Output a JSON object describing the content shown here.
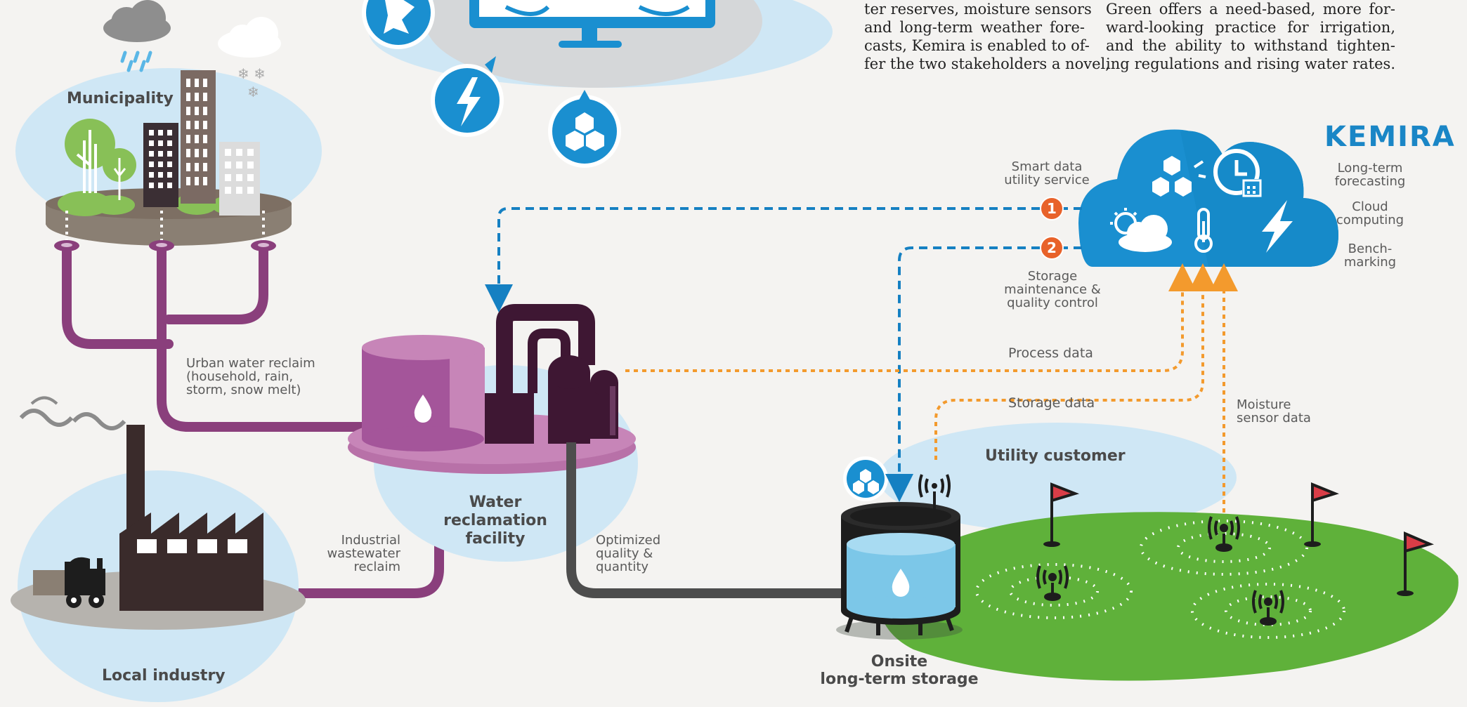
{
  "text_columns": {
    "left": [
      "ter reserves, moisture sensors",
      "and long-term weather fore-",
      "casts, Kemira is enabled to of-",
      "fer the two stakeholders a novel,"
    ],
    "right": [
      "Green offers a need-based, more for-",
      "ward-looking practice for irrigation,",
      "and the ability to withstand tighten-",
      "ing regulations and rising water rates."
    ]
  },
  "brand": {
    "name": "KEMIRA"
  },
  "cloud": {
    "services": [
      "Long-term\nforecasting",
      "Cloud\ncomputing",
      "Bench-\nmarking"
    ],
    "smart_data": "Smart data\nutility service",
    "storage_maintenance": "Storage\nmaintenance &\nquality control",
    "step_1": "1",
    "step_2": "2"
  },
  "flows": {
    "process_data": "Process data",
    "storage_data": "Storage data",
    "moisture_data": "Moisture\nsensor data",
    "urban_reclaim": "Urban water reclaim\n(household, rain,\nstorm, snow melt)",
    "industrial_reclaim": "Industrial\nwastewater\nreclaim",
    "optimized": "Optimized\nquality &\nquantity"
  },
  "places": {
    "municipality": "Municipality",
    "local_industry": "Local industry",
    "water_facility": "Water\nreclamation\nfacility",
    "utility_customer": "Utility customer",
    "onsite_storage": "Onsite\nlong-term storage"
  },
  "colors": {
    "cloud_blue": "#1a8fd0",
    "light_blue": "#cfe7f5",
    "purple": "#8a3f7c",
    "dark_purple": "#3e1733",
    "orange": "#f39a2d",
    "green": "#5fb13a",
    "dark_brown": "#3a2b2b"
  }
}
